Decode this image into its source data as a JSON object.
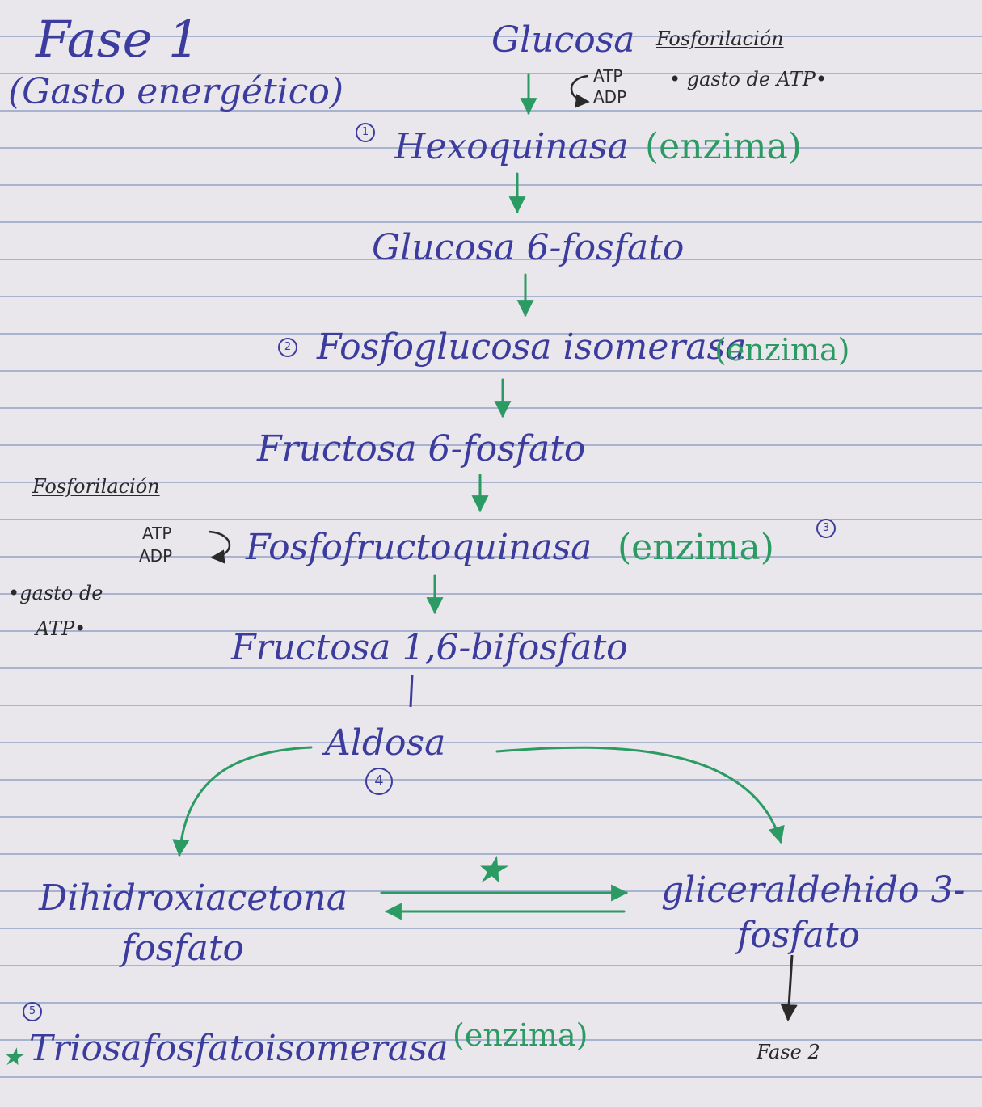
{
  "phase": {
    "title": "Fase 1",
    "subtitle": "(Gasto energético)"
  },
  "steps": {
    "glucosa": "Glucosa",
    "hexoquinasa": "Hexoquinasa",
    "glucosa6": "Glucosa 6-fosfato",
    "fosfoglucosa": "Fosfoglucosa isomerasa",
    "fructosa6": "Fructosa 6-fosfato",
    "fosfofructoquinasa": "Fosfofructoquinasa",
    "fructosa16": "Fructosa 1,6-bifosfato",
    "aldosa": "Aldosa",
    "dihidroxi_1": "Dihidroxiacetona",
    "dihidroxi_2": "fosfato",
    "gliceraldehido_1": "gliceraldehido 3-",
    "gliceraldehido_2": "fosfato",
    "triosa": "Triosafosfatoisomerasa"
  },
  "enzyme_tag": "(enzima)",
  "step_numbers": [
    "1",
    "2",
    "3",
    "4",
    "5"
  ],
  "notes": {
    "fosforilacion_top": "Fosforilación",
    "gasto_top": "• gasto de ATP•",
    "fosforilacion_left": "Fosforilación",
    "gasto_left_1": "•gasto de",
    "gasto_left_2": "ATP•",
    "atp": "ATP",
    "adp": "ADP"
  },
  "next_phase": "Fase 2",
  "colors": {
    "ink_blue": "#3b3c9e",
    "ink_green": "#2c9a63",
    "ink_black": "#2a2a2a",
    "paper": "#e9e6ec",
    "rule": "#a8b3cf"
  }
}
